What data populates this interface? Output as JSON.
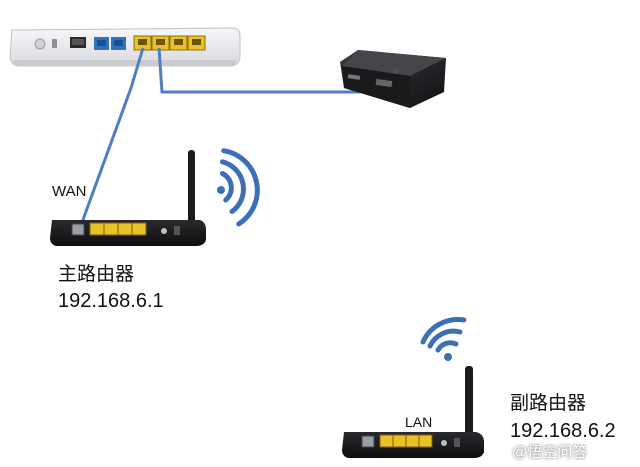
{
  "labels": {
    "wan": "WAN",
    "lan": "LAN",
    "main_router_name": "主路由器",
    "main_router_ip": "192.168.6.1",
    "sub_router_name": "副路由器",
    "sub_router_ip": "192.168.6.2"
  },
  "watermark": "@悟空问答",
  "colors": {
    "cable": "#4f7ec1",
    "lan_port": "#e8c226",
    "phone_port": "#2f72c4",
    "wifi": "#3d6fb6",
    "router_body": "#1f1f22"
  },
  "icons": [
    "modem-icon",
    "tv-box-icon",
    "router-icon",
    "wifi-icon"
  ]
}
